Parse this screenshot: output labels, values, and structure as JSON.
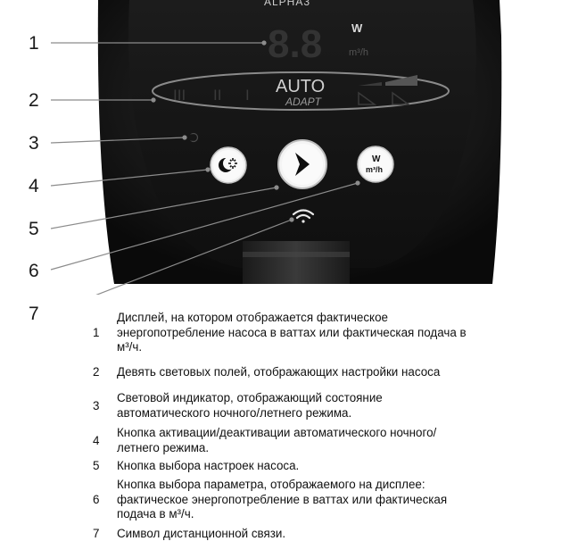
{
  "device": {
    "brand": "ALPHA3",
    "display_digits": "8.8",
    "unit_power": "W",
    "unit_flow": "m³/h",
    "mode_auto": "AUTO",
    "mode_adapt": "ADAPT",
    "bars_left": [
      "III",
      "II",
      "I"
    ],
    "button_param_top": "W",
    "button_param_bottom": "m³/h"
  },
  "callouts": [
    "1",
    "2",
    "3",
    "4",
    "5",
    "6",
    "7"
  ],
  "legend": [
    {
      "num": "1",
      "lines": [
        "Дисплей, на котором отображается фактическое",
        "энергопотребление насоса в ваттах или фактическая подача в",
        "м³/ч."
      ]
    },
    {
      "num": "2",
      "lines": [
        "Девять световых полей, отображающих настройки насоса"
      ]
    },
    {
      "num": "3",
      "lines": [
        "Световой индикатор, отображающий состояние",
        "автоматического ночного/летнего режима."
      ]
    },
    {
      "num": "4",
      "lines": [
        "Кнопка активации/деактивации автоматического ночного/",
        "летнего режима."
      ]
    },
    {
      "num": "5",
      "lines": [
        "Кнопка выбора настроек насоса."
      ]
    },
    {
      "num": "6",
      "lines": [
        "Кнопка выбора параметра, отображаемого на дисплее:",
        "фактическое энергопотребление в ваттах или фактическая",
        "подача в м³/ч."
      ]
    },
    {
      "num": "7",
      "lines": [
        "Символ дистанционной связи."
      ]
    }
  ]
}
